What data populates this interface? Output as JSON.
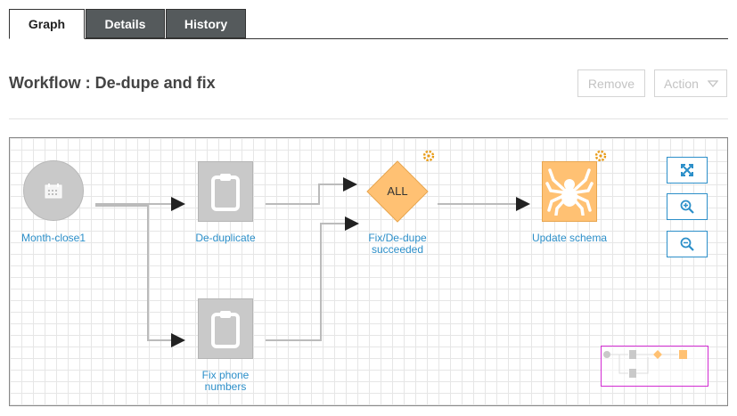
{
  "tabs": [
    {
      "label": "Graph",
      "active": true
    },
    {
      "label": "Details",
      "active": false
    },
    {
      "label": "History",
      "active": false
    }
  ],
  "header": {
    "title": "Workflow : De-dupe and fix",
    "remove_label": "Remove",
    "action_label": "Action"
  },
  "workflow": {
    "nodes": [
      {
        "id": "month-close",
        "label": "Month-close1",
        "type": "schedule",
        "icon": "calendar-icon"
      },
      {
        "id": "de-duplicate",
        "label": "De-duplicate",
        "type": "task",
        "icon": "clipboard-icon"
      },
      {
        "id": "fix-phone",
        "label": "Fix phone numbers",
        "type": "task",
        "icon": "clipboard-icon"
      },
      {
        "id": "all-gate",
        "label": "Fix/De-dupe succeeded",
        "type": "decision",
        "inner_label": "ALL",
        "icon": "diamond-icon"
      },
      {
        "id": "update-schema",
        "label": "Update schema",
        "type": "task",
        "icon": "spider-icon"
      }
    ],
    "edges": [
      [
        "month-close",
        "de-duplicate"
      ],
      [
        "month-close",
        "fix-phone"
      ],
      [
        "de-duplicate",
        "all-gate"
      ],
      [
        "fix-phone",
        "all-gate"
      ],
      [
        "all-gate",
        "update-schema"
      ]
    ]
  },
  "controls": [
    {
      "name": "fit-to-screen",
      "icon": "expand-icon"
    },
    {
      "name": "zoom-in",
      "icon": "zoom-in-icon"
    },
    {
      "name": "zoom-out",
      "icon": "zoom-out-icon"
    }
  ],
  "colors": {
    "accent": "#2c8fc9",
    "node_gray": "#c9c9c9",
    "node_orange": "#ffc173",
    "tab_inactive": "#555a5c",
    "minimap_border": "#d22bd2"
  }
}
